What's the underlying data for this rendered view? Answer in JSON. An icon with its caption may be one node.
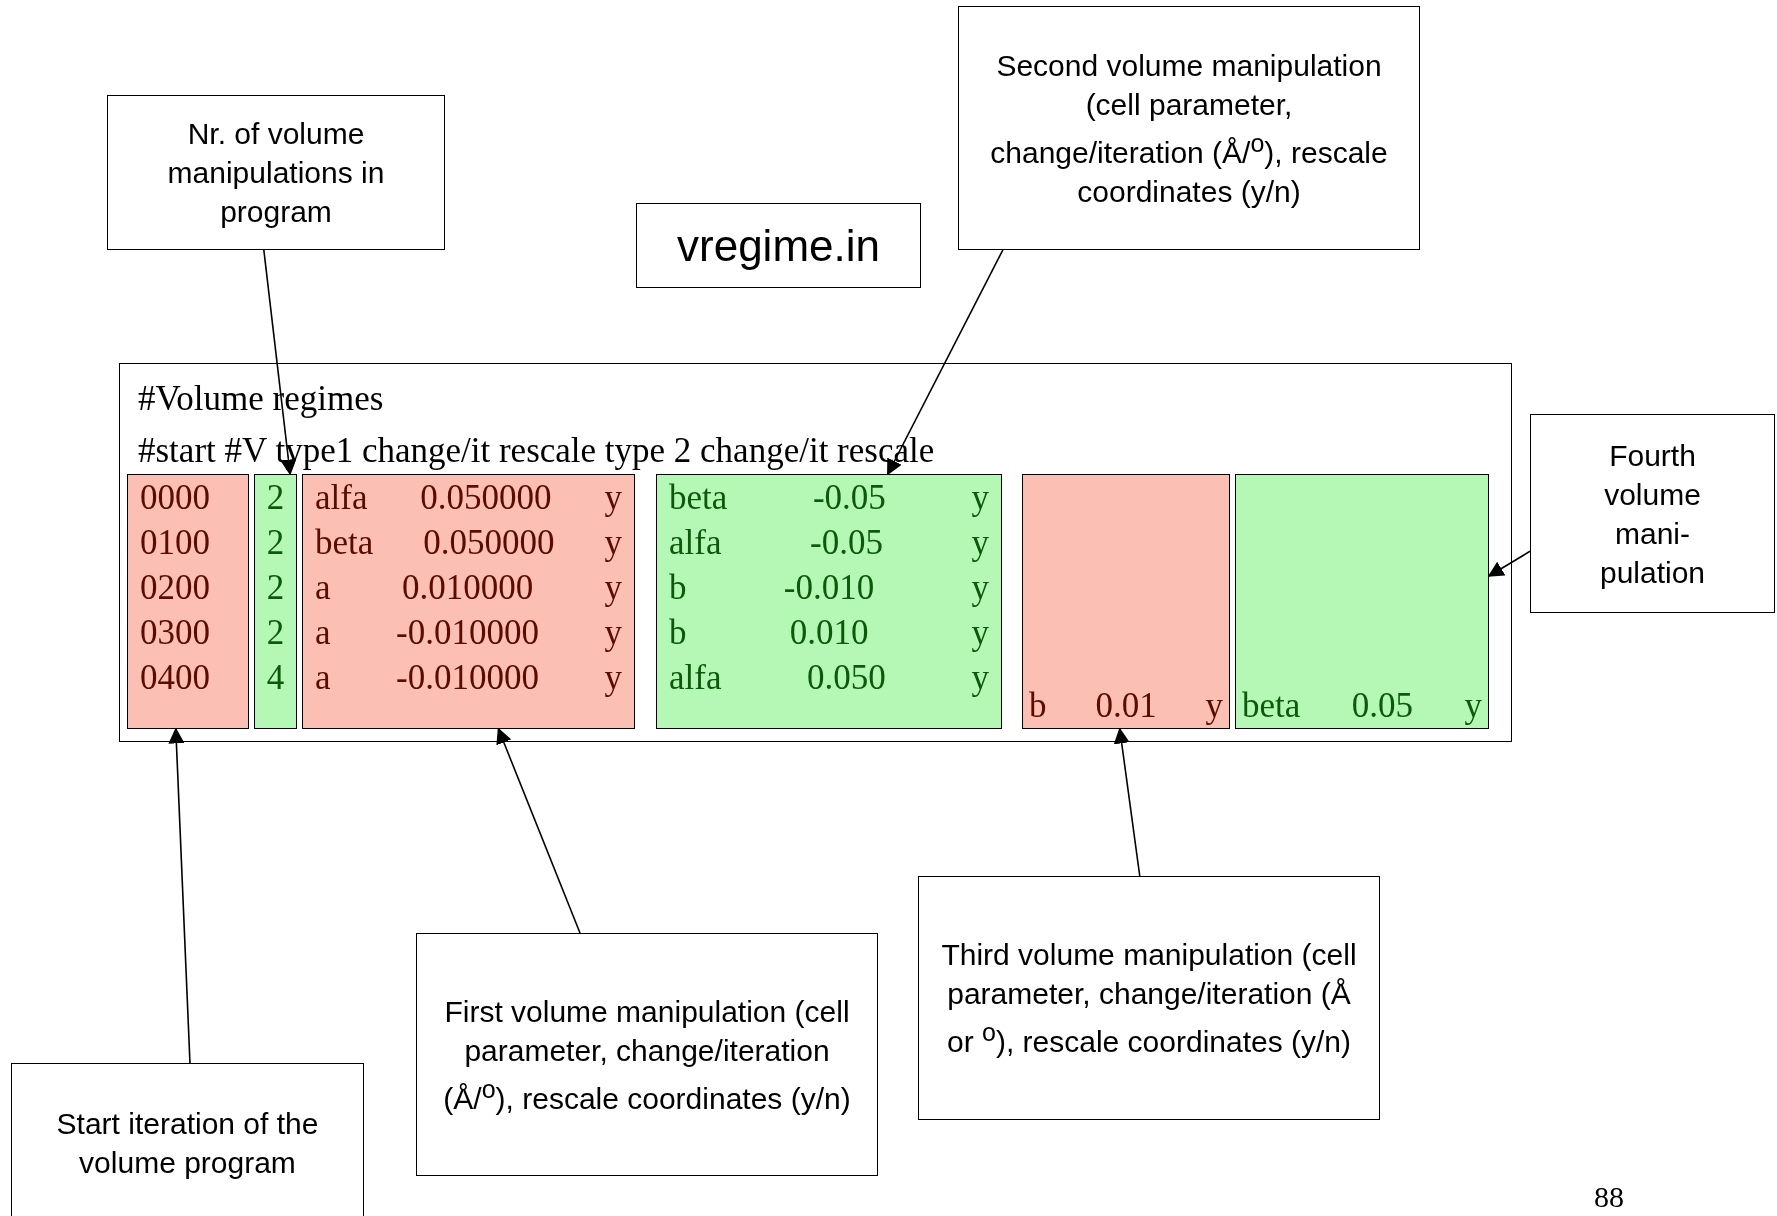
{
  "diagram": {
    "nodes": [
      {
        "text": [
          "vregime.in"
        ]
      },
      {
        "text": [
          "#Volume regimes",
          "#start #V type1 change/it rescale type 2 change/it rescale"
        ]
      },
      {
        "text": [
          "0000",
          "0100",
          "0200",
          "0300",
          "0400"
        ],
        "in": 1
      },
      {
        "text": [
          "2",
          "2",
          "2",
          "2",
          "4"
        ],
        "in": 1
      },
      {
        "text": [
          "alfa 0.050000 y",
          "beta 0.050000 y",
          "a 0.010000 y",
          "a -0.010000 y",
          "a -0.010000 y"
        ],
        "in": 1
      },
      {
        "text": [
          "beta -0.05 y",
          "alfa -0.05 y",
          "b -0.010 y",
          "b 0.010 y",
          "alfa 0.050 y"
        ],
        "in": 1
      },
      {
        "text": [
          "b 0.01 y"
        ],
        "in": 1
      },
      {
        "text": [
          "beta 0.05 y"
        ],
        "in": 1
      },
      {
        "text": [
          "Nr. of volume manipulations in program"
        ]
      },
      {
        "text": [
          "Second volume manipulation (cell parameter, change/iteration (Å/$^{o}$), rescale coordinates (y/n)"
        ]
      },
      {
        "text": [
          "Fourth volume mani- pulation"
        ]
      },
      {
        "text": [
          "Start iteration of the volume program"
        ]
      },
      {
        "text": [
          "First volume manipulation (cell parameter, change/iteration (Å/$^{o}$), rescale coordinates (y/n)"
        ]
      },
      {
        "text": [
          "Third volume manipulation (cell parameter, change/iteration (Å or $^{o}$), rescale coordinates (y/n)"
        ]
      }
    ],
    "edges": [
      {
        "from": 8,
        "to": 3,
        "arrow": "to"
      },
      {
        "from": 9,
        "to": 5,
        "arrow": "to"
      },
      {
        "from": 10,
        "to": 7,
        "arrow": "to"
      },
      {
        "from": 11,
        "to": 2,
        "arrow": "to"
      },
      {
        "from": 12,
        "to": 4,
        "arrow": "to"
      },
      {
        "from": 13,
        "to": 6,
        "arrow": "to"
      }
    ],
    "labels": [
      "88"
    ]
  }
}
